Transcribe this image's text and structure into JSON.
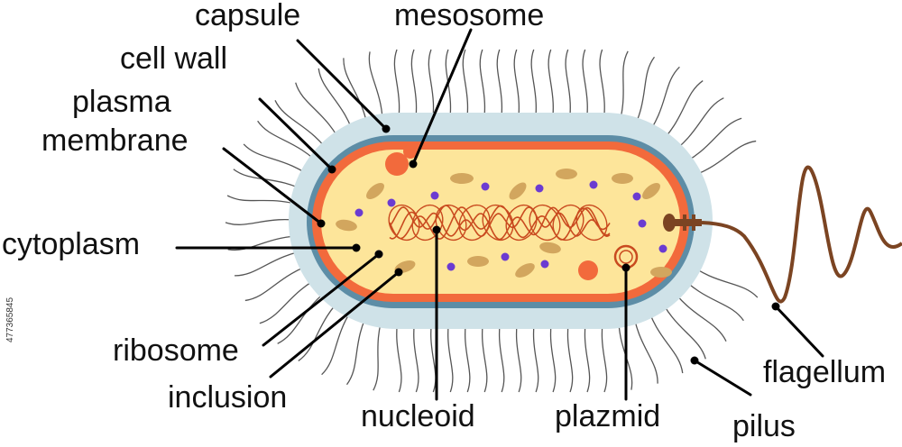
{
  "labels": {
    "capsule": "capsule",
    "mesosome": "mesosome",
    "cell_wall": "cell wall",
    "plasma": "plasma",
    "membrane": "membrane",
    "cytoplasm": "cytoplasm",
    "ribosome": "ribosome",
    "inclusion": "inclusion",
    "nucleoid": "nucleoid",
    "plazmid": "plazmid",
    "flagellum": "flagellum",
    "pilus": "pilus"
  },
  "stock_id": "477365845",
  "colors": {
    "capsule": "#cfe2e8",
    "cell_wall": "#5d8da6",
    "membrane": "#f26a3c",
    "cytoplasm": "#fde59a",
    "nucleoid": "#c94a1f",
    "ribosome": "#6b3bd1",
    "inclusion": "#d2a65e",
    "flagellum": "#7b4422",
    "pilus": "#555555",
    "leader": "#000000"
  }
}
